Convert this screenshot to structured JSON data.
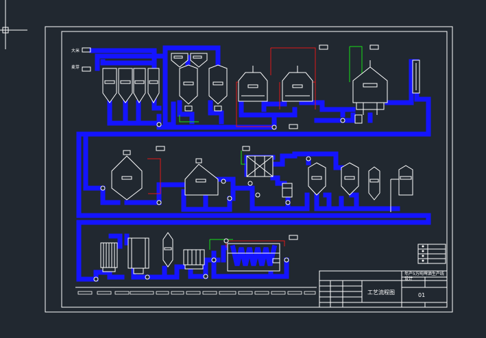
{
  "inlets": {
    "top": "大米",
    "bottom": "麦芽"
  },
  "title_block": {
    "drawing_title": "工艺流程图",
    "sheet_number": "01",
    "project_line1": "年产5万吨啤酒生产线",
    "project_line2": "设计"
  },
  "colors": {
    "background": "#212830",
    "pipe": "#1414ff",
    "steam": "#e01818",
    "water": "#18e018",
    "outline": "#ffffff"
  }
}
